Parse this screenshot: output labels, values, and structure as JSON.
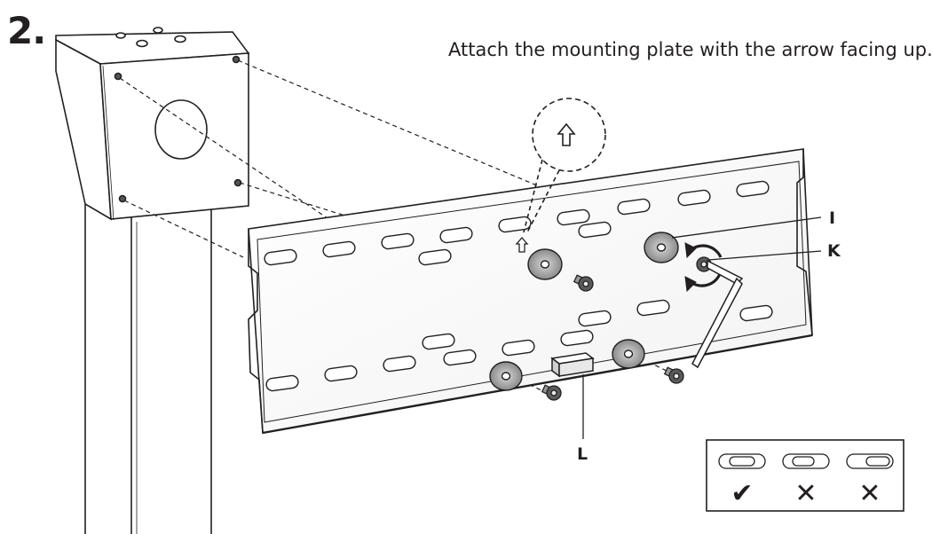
{
  "step": {
    "number": "2."
  },
  "instruction": {
    "text": "Attach the mounting plate with the arrow facing up."
  },
  "parts": {
    "washer_label": "I",
    "screw_label": "K",
    "spacer_label": "L"
  },
  "level_check": {
    "marks": [
      "✔",
      "✕",
      "✕"
    ]
  },
  "icons": [
    "arrow-up-icon",
    "hex-key-icon",
    "rotate-arrow-icon",
    "checkmark-icon",
    "cross-icon"
  ]
}
